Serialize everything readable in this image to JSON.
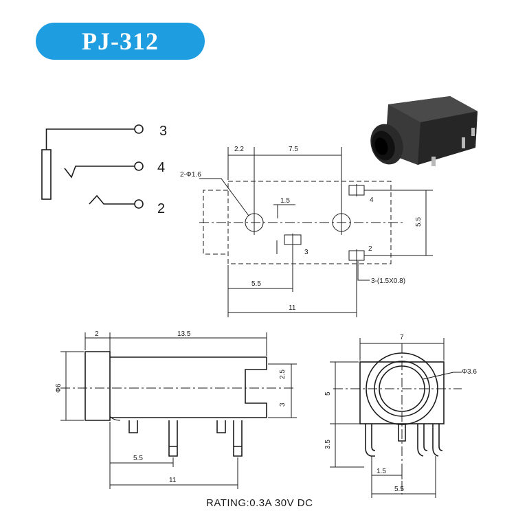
{
  "title": "PJ-312",
  "accent_color": "#1e9ee0",
  "schematic": {
    "pins": [
      "3",
      "4",
      "2"
    ]
  },
  "footprint": {
    "dims": {
      "offset": "2.2",
      "pitch": "7.5",
      "holes": "2-Φ1.6",
      "small": "1.5",
      "pin4": "4",
      "height": "5.5",
      "pin3": "3",
      "pin2": "2",
      "pads": "3-(1.5X0.8)",
      "half_width": "5.5",
      "width": "11"
    }
  },
  "side_view": {
    "dims": {
      "lip": "2",
      "length": "13.5",
      "dia": "Φ6",
      "upper": "2.5",
      "lower": "3",
      "pin_off": "5.5",
      "total": "11"
    }
  },
  "front_view": {
    "dims": {
      "width": "7",
      "hole": "Φ3.6",
      "height": "5",
      "leg": "3.5",
      "pin_gap": "1.5",
      "pin_span": "5.5"
    }
  },
  "rating": "RATING:0.3A 30V DC",
  "photo": {
    "icon": "jack-photo-icon",
    "color": "#2b2b2b"
  }
}
